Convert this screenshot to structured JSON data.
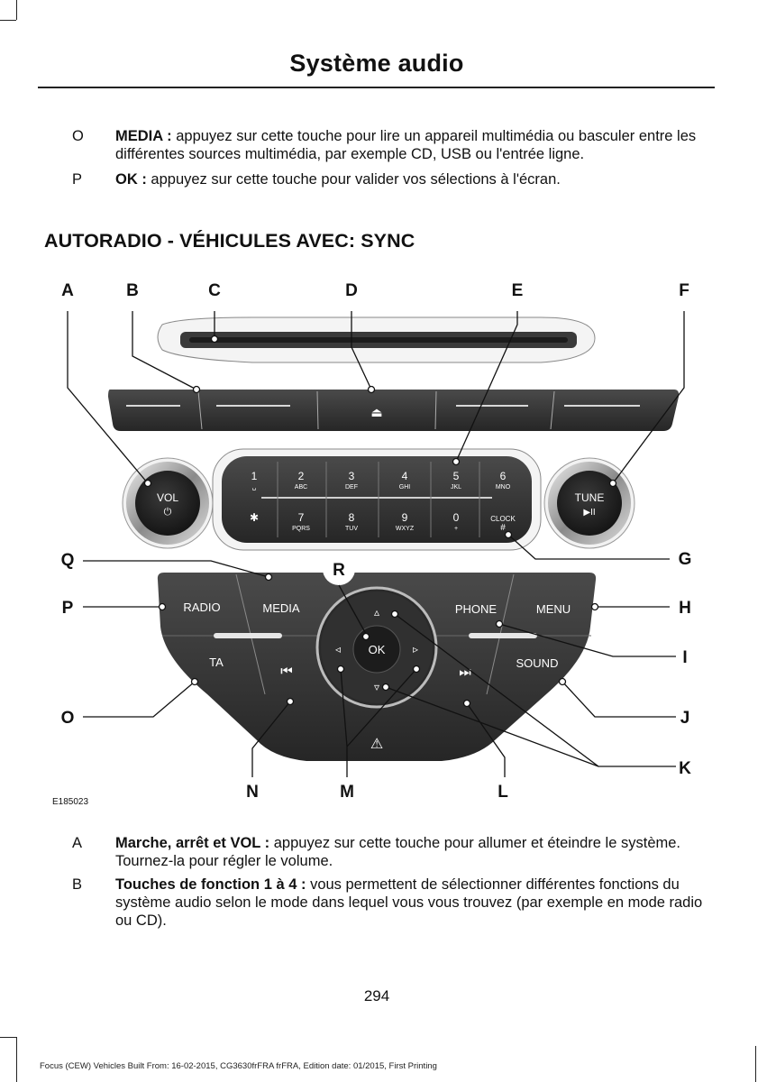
{
  "header": {
    "title": "Système audio"
  },
  "intro_definitions": [
    {
      "key": "O",
      "term": "MEDIA :",
      "text": " appuyez sur cette touche pour lire un appareil multimédia ou basculer entre les différentes sources multimédia, par exemple CD, USB ou l'entrée ligne."
    },
    {
      "key": "P",
      "term": "OK :",
      "text": " appuyez sur cette touche pour valider vos sélections à l'écran."
    }
  ],
  "section": {
    "heading": "AUTORADIO - VÉHICULES AVEC: SYNC"
  },
  "figure": {
    "id": "E185023",
    "callouts": {
      "A": "A",
      "B": "B",
      "C": "C",
      "D": "D",
      "E": "E",
      "F": "F",
      "G": "G",
      "H": "H",
      "I": "I",
      "J": "J",
      "K": "K",
      "L": "L",
      "M": "M",
      "N": "N",
      "O": "O",
      "P": "P",
      "Q": "Q",
      "R": "R"
    },
    "keypad_top": [
      {
        "num": "1",
        "sub": "␣"
      },
      {
        "num": "2",
        "sub": "ABC"
      },
      {
        "num": "3",
        "sub": "DEF"
      },
      {
        "num": "4",
        "sub": "GHI"
      },
      {
        "num": "5",
        "sub": "JKL"
      },
      {
        "num": "6",
        "sub": "MNO"
      }
    ],
    "keypad_bottom": [
      {
        "num": "✱",
        "sub": ""
      },
      {
        "num": "7",
        "sub": "PQRS"
      },
      {
        "num": "8",
        "sub": "TUV"
      },
      {
        "num": "9",
        "sub": "WXYZ"
      },
      {
        "num": "0",
        "sub": "+"
      },
      {
        "num": "CLOCK",
        "sub": "#"
      }
    ],
    "buttons": {
      "vol": "VOL",
      "power": "⏻",
      "tune": "TUNE",
      "play_pause": "▶II",
      "radio": "RADIO",
      "media": "MEDIA",
      "phone": "PHONE",
      "menu": "MENU",
      "ta": "TA",
      "sound": "SOUND",
      "ok": "OK",
      "eject": "⏏",
      "prev": "⏮",
      "next": "⏭",
      "hazard": "⚠",
      "up": "▵",
      "down": "▿",
      "left": "◃",
      "right": "▹"
    }
  },
  "definitions": [
    {
      "key": "A",
      "term": "Marche, arrêt et VOL :",
      "text": " appuyez sur cette touche pour allumer et éteindre le système. Tournez-la pour régler le volume."
    },
    {
      "key": "B",
      "term": "Touches de fonction 1 à 4 :",
      "text": " vous permettent de sélectionner différentes fonctions du système audio selon le mode dans lequel vous vous trouvez (par exemple en mode radio ou CD)."
    }
  ],
  "page_number": "294",
  "footer": "Focus (CEW) Vehicles Built From: 16-02-2015, CG3630frFRA frFRA, Edition date: 01/2015, First Printing"
}
